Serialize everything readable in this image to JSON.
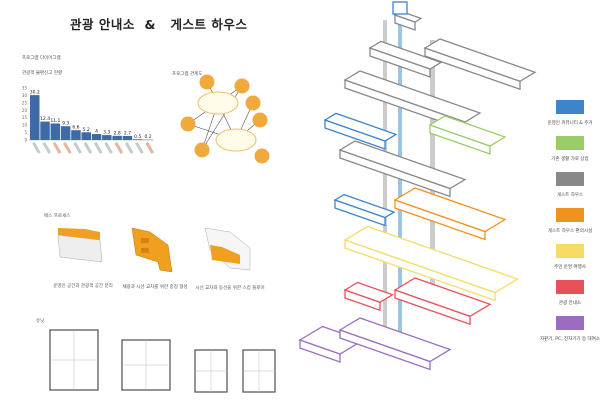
{
  "header": {
    "title": "관광 안내소  &   게스트 하우스"
  },
  "program": {
    "section_label": "프로그램 다이어그램",
    "relation_label": "프로그램 관계도"
  },
  "chart_data": {
    "type": "bar",
    "title": "관광객 불편신고 현황",
    "values": [
      30.2,
      12.4,
      11.1,
      9.3,
      6.6,
      5.2,
      4,
      3.3,
      2.8,
      2.7,
      0.5,
      0.2
    ],
    "value_labels": [
      "30.2",
      "12.4",
      "11.1",
      "9.3",
      "6.6",
      "5.2",
      "4",
      "3.3",
      "2.8",
      "2.7",
      "0.5",
      "0.2"
    ],
    "highlighted": [
      false,
      false,
      true,
      true,
      false,
      false,
      false,
      false,
      true,
      false,
      false,
      true
    ],
    "yticks": [
      "0",
      "5",
      "10",
      "15",
      "20",
      "25",
      "30",
      "35"
    ],
    "ylim": [
      0,
      35
    ],
    "bar_color": "#3e6aa5",
    "highlight_color": "#d9825b"
  },
  "mass": {
    "section_label": "매스 프로세스",
    "captions": [
      "운영인 공간과 관광객 공간 분리",
      "채광과 시선 교차를 위한 중정 형성",
      "시선 교차와 동선을 위한 스킵 플로어"
    ],
    "accent": "#f0a020"
  },
  "unit": {
    "section_label": "유닛"
  },
  "legend": [
    {
      "label": "운영인 커뮤니티 & 주거",
      "color": "#3d85c8"
    },
    {
      "label": "기존 생활 가로 상업",
      "color": "#9acd6a"
    },
    {
      "label": "게스트 하우스",
      "color": "#888888"
    },
    {
      "label": "게스트 하우스 편의시설",
      "color": "#f0921e"
    },
    {
      "label": "주민 운영 여행사",
      "color": "#f4dc66"
    },
    {
      "label": "관광 안내소",
      "color": "#e8505a"
    },
    {
      "label": "자판기, PC, 전자기기 등 대여소",
      "color": "#9b6dc0"
    }
  ]
}
